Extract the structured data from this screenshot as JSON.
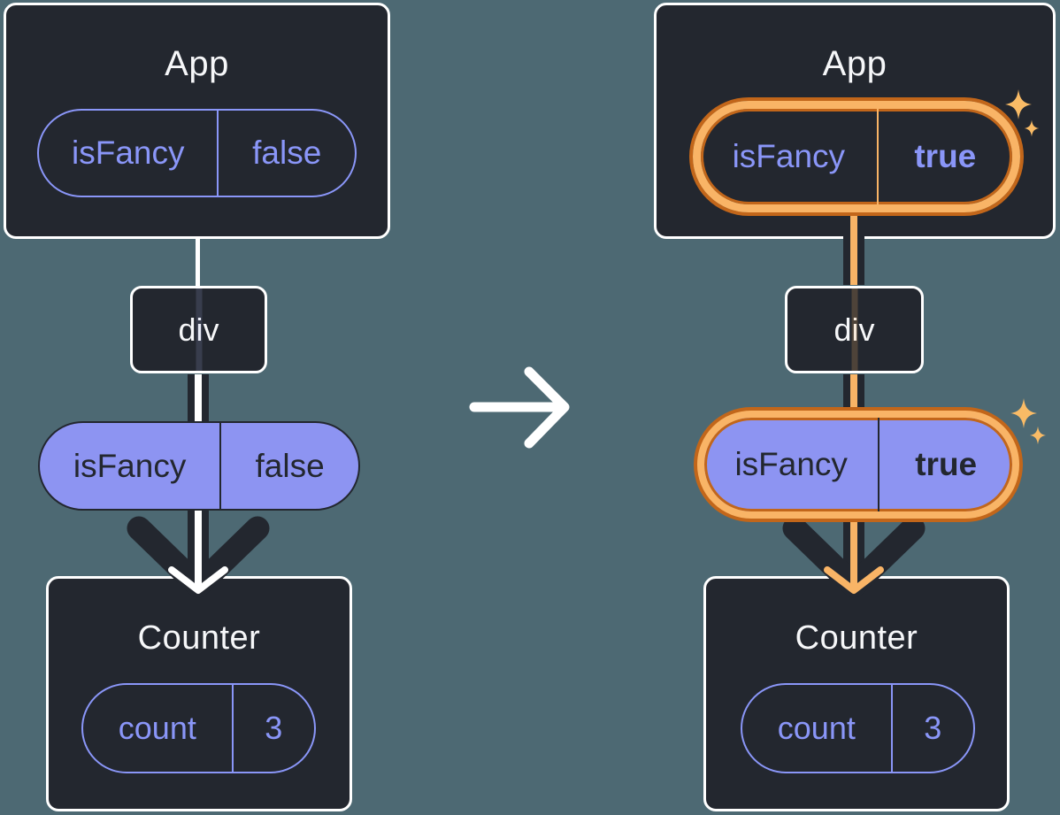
{
  "diagrams": {
    "before": {
      "app": {
        "title": "App",
        "state": {
          "key": "isFancy",
          "value": "false"
        }
      },
      "div_node": {
        "label": "div"
      },
      "prop": {
        "key": "isFancy",
        "value": "false"
      },
      "counter": {
        "title": "Counter",
        "state": {
          "key": "count",
          "value": "3"
        }
      }
    },
    "after": {
      "app": {
        "title": "App",
        "state": {
          "key": "isFancy",
          "value": "true"
        }
      },
      "div_node": {
        "label": "div"
      },
      "prop": {
        "key": "isFancy",
        "value": "true"
      },
      "counter": {
        "title": "Counter",
        "state": {
          "key": "count",
          "value": "3"
        }
      }
    }
  },
  "icons": {
    "transition": "arrow-right-icon",
    "highlight": "sparkle-icon"
  },
  "colors": {
    "background": "#4d6973",
    "card_background": "#23272f",
    "card_border": "#ffffff",
    "state_purple": "#8a96f8",
    "prop_pill_fill": "#8d94f2",
    "dark_text": "#23272f",
    "highlight_orange": "#f9b466",
    "highlight_orange_dark": "#c2661a",
    "sparkle": "#f9bb66"
  }
}
